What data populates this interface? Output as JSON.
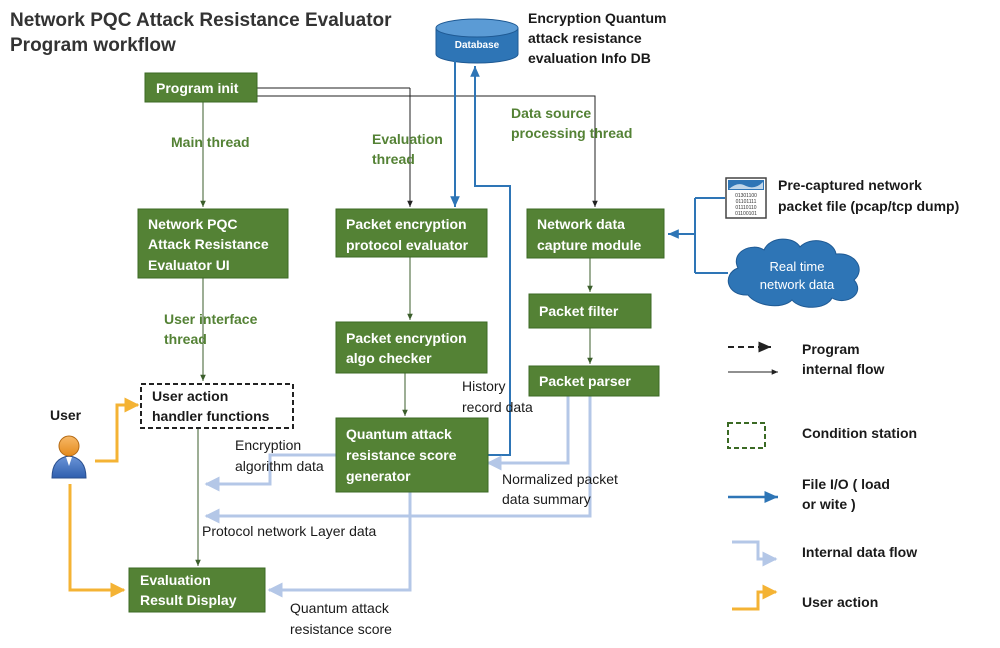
{
  "title": {
    "line1": "Network PQC Attack Resistance Evaluator",
    "line2": "Program workflow"
  },
  "database": {
    "label": "Database",
    "caption_lines": [
      "Encryption Quantum",
      "attack resistance",
      "evaluation Info DB"
    ]
  },
  "boxes": {
    "program_init": "Program init",
    "ui": [
      "Network PQC",
      "Attack Resistance",
      "Evaluator  UI"
    ],
    "protocol_evaluator": [
      "Packet encryption",
      "protocol evaluator"
    ],
    "algo_checker": [
      "Packet encryption",
      "algo checker"
    ],
    "score_generator": [
      "Quantum attack",
      "resistance score",
      "generator"
    ],
    "capture_module": [
      "Network data",
      "capture module"
    ],
    "packet_filter": "Packet filter",
    "packet_parser": "Packet parser",
    "handler": [
      "User action",
      "handler functions"
    ],
    "result_display": [
      "Evaluation",
      "Result Display"
    ]
  },
  "threads": {
    "main": "Main thread",
    "evaluation": [
      "Evaluation",
      "thread"
    ],
    "data_source": [
      "Data source",
      "processing thread"
    ],
    "ui": [
      "User interface",
      "thread"
    ]
  },
  "annotations": {
    "history": [
      "History",
      "record data"
    ],
    "encryption_algo": [
      "Encryption",
      "algorithm data"
    ],
    "normalized": [
      "Normalized packet",
      "data summary"
    ],
    "protocol_layer": "Protocol network Layer data",
    "score": [
      "Quantum attack",
      "resistance score"
    ],
    "user": "User"
  },
  "sources": {
    "pcap": [
      "Pre-captured network",
      "packet file (pcap/tcp dump)"
    ],
    "pcap_icon_digits": [
      "01301100",
      "01101111",
      "01110110",
      "01100101"
    ],
    "realtime": [
      "Real time",
      "network data"
    ]
  },
  "legend": {
    "program": [
      "Program",
      "internal flow"
    ],
    "condition": "Condition station",
    "file_io": [
      "File I/O ( load",
      "or wite )"
    ],
    "internal_data": "Internal data flow",
    "user_action": "User action"
  },
  "colors": {
    "box_green": "#548235",
    "box_border": "#3b6a24",
    "file_io_blue": "#2e75b6",
    "data_flow": "#b4c7e7",
    "user_action": "#f4b334",
    "db_blue": "#2e75b6",
    "cloud_blue": "#2e75b6"
  }
}
